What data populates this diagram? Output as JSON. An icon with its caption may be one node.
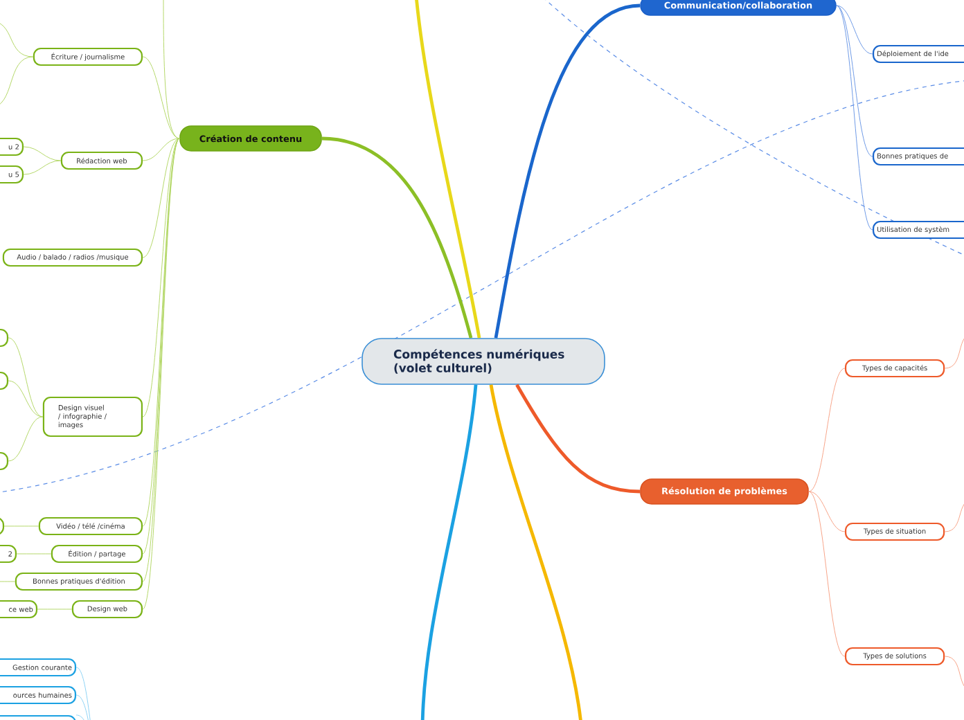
{
  "diagram": {
    "nodes": [
      {
        "text": [
          "Compétences numériques (volet culturel)"
        ]
      },
      {
        "text": [
          "Communication/collaboration"
        ]
      },
      {
        "text": [
          "Déploiement de l'ide"
        ]
      },
      {
        "text": [
          "Bonnes pratiques de"
        ]
      },
      {
        "text": [
          "Utilisation de systèm"
        ]
      },
      {
        "text": [
          "Création de contenu"
        ]
      },
      {
        "text": [
          "Écriture / journalisme"
        ]
      },
      {
        "text": [
          "Rédaction web"
        ]
      },
      {
        "text": [
          "u 2"
        ]
      },
      {
        "text": [
          "u 5"
        ]
      },
      {
        "text": [
          "Audio / balado / radios /musique"
        ]
      },
      {
        "text": [
          "Design visuel / infographie / images"
        ]
      },
      {
        "text": [],
        "shape": "box"
      },
      {
        "text": [],
        "shape": "box"
      },
      {
        "text": [],
        "shape": "box"
      },
      {
        "text": [
          "Vidéo / télé /cinéma"
        ]
      },
      {
        "text": [],
        "shape": "box"
      },
      {
        "text": [
          "Édition / partage"
        ]
      },
      {
        "text": [
          "2"
        ]
      },
      {
        "text": [
          "Bonnes pratiques d'édition"
        ]
      },
      {
        "text": [
          "Design web"
        ]
      },
      {
        "text": [
          "ce web"
        ]
      },
      {
        "text": [
          "Résolution de problèmes"
        ]
      },
      {
        "text": [
          "Types de capacités"
        ]
      },
      {
        "text": [
          "Types de situation"
        ]
      },
      {
        "text": [
          "Types de solutions"
        ]
      },
      {
        "text": [
          "Gestion courante"
        ]
      },
      {
        "text": [
          "ources humaines"
        ]
      },
      {
        "text": [],
        "shape": "box"
      }
    ],
    "edges": [
      {
        "from": 0,
        "to": 1,
        "arrow": "none",
        "style": "thick",
        "color": "#1a66cc"
      },
      {
        "from": 1,
        "to": 2,
        "arrow": "none",
        "color": "#6f9be6"
      },
      {
        "from": 1,
        "to": 3,
        "arrow": "none",
        "color": "#6f9be6"
      },
      {
        "from": 1,
        "to": 4,
        "arrow": "none",
        "color": "#6f9be6"
      },
      {
        "from": 0,
        "to": 5,
        "arrow": "none",
        "style": "thick",
        "color": "#8cbf26"
      },
      {
        "from": 5,
        "to": 6,
        "arrow": "none"
      },
      {
        "from": 5,
        "to": 7,
        "arrow": "none"
      },
      {
        "from": 7,
        "to": 8,
        "arrow": "none"
      },
      {
        "from": 7,
        "to": 9,
        "arrow": "none"
      },
      {
        "from": 5,
        "to": 10,
        "arrow": "none"
      },
      {
        "from": 5,
        "to": 11,
        "arrow": "none"
      },
      {
        "from": 11,
        "to": 12,
        "arrow": "none"
      },
      {
        "from": 11,
        "to": 13,
        "arrow": "none"
      },
      {
        "from": 11,
        "to": 14,
        "arrow": "none"
      },
      {
        "from": 5,
        "to": 15,
        "arrow": "none"
      },
      {
        "from": 15,
        "to": 16,
        "arrow": "none"
      },
      {
        "from": 5,
        "to": 17,
        "arrow": "none"
      },
      {
        "from": 17,
        "to": 18,
        "arrow": "none"
      },
      {
        "from": 5,
        "to": 19,
        "arrow": "none"
      },
      {
        "from": 5,
        "to": 20,
        "arrow": "none"
      },
      {
        "from": 20,
        "to": 21,
        "arrow": "none"
      },
      {
        "from": 0,
        "to": 22,
        "arrow": "none",
        "style": "thick",
        "color": "#ee5a2a"
      },
      {
        "from": 22,
        "to": 23,
        "arrow": "none",
        "color": "#f7a58a"
      },
      {
        "from": 22,
        "to": 24,
        "arrow": "none",
        "color": "#f7a58a"
      },
      {
        "from": 22,
        "to": 25,
        "arrow": "none",
        "color": "#f7a58a"
      },
      {
        "from": 0,
        "to": null,
        "arrow": "none",
        "style": "thick",
        "color": "#e8d81a"
      },
      {
        "from": 0,
        "to": null,
        "arrow": "none",
        "style": "thick",
        "color": "#1ba1e2"
      },
      {
        "from": 0,
        "to": null,
        "arrow": "none",
        "style": "thick",
        "color": "#f5b800"
      },
      {
        "from": 5,
        "to": null,
        "arrow": "none"
      },
      {
        "from": 6,
        "to": null,
        "arrow": "none"
      },
      {
        "from": 6,
        "to": null,
        "arrow": "none"
      },
      {
        "from": 19,
        "to": null,
        "arrow": "none"
      },
      {
        "from": 23,
        "to": null,
        "arrow": "none",
        "color": "#f7a58a"
      },
      {
        "from": 24,
        "to": null,
        "arrow": "none",
        "color": "#f7a58a"
      },
      {
        "from": 25,
        "to": null,
        "arrow": "none",
        "color": "#f7a58a"
      },
      {
        "from": 26,
        "to": null,
        "arrow": "none",
        "color": "#8fd3f5"
      },
      {
        "from": 27,
        "to": null,
        "arrow": "none",
        "color": "#8fd3f5"
      },
      {
        "from": 28,
        "to": null,
        "arrow": "none",
        "color": "#8fd3f5"
      }
    ]
  }
}
